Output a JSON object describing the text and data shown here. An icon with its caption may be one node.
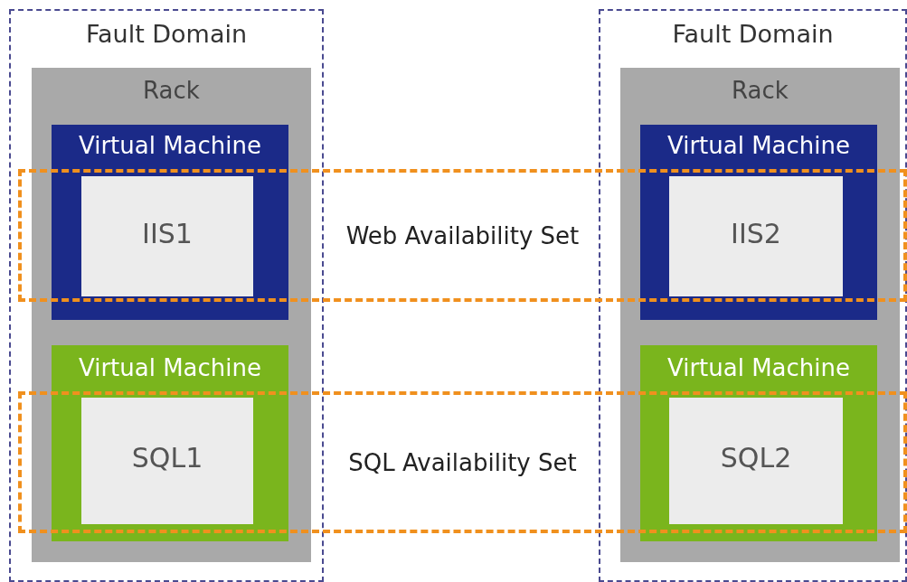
{
  "diagram": {
    "nodes": [
      {
        "text": [
          "Fault Domain"
        ]
      },
      {
        "text": [
          "Rack"
        ],
        "in": 0
      },
      {
        "text": [
          "Virtual Machine"
        ],
        "in": 1
      },
      {
        "text": [
          "IIS1"
        ]
      },
      {
        "text": [
          "Virtual Machine"
        ],
        "in": 1
      },
      {
        "text": [
          "SQL1"
        ]
      },
      {
        "text": [
          "Fault Domain"
        ]
      },
      {
        "text": [
          "Rack"
        ],
        "in": 6
      },
      {
        "text": [
          "Virtual Machine"
        ],
        "in": 7
      },
      {
        "text": [
          "IIS2"
        ]
      },
      {
        "text": [
          "Virtual Machine"
        ],
        "in": 7
      },
      {
        "text": [
          "SQL2"
        ]
      },
      {
        "text": [
          "Web Availability Set"
        ]
      },
      {
        "text": [
          "SQL Availability Set"
        ]
      }
    ]
  }
}
